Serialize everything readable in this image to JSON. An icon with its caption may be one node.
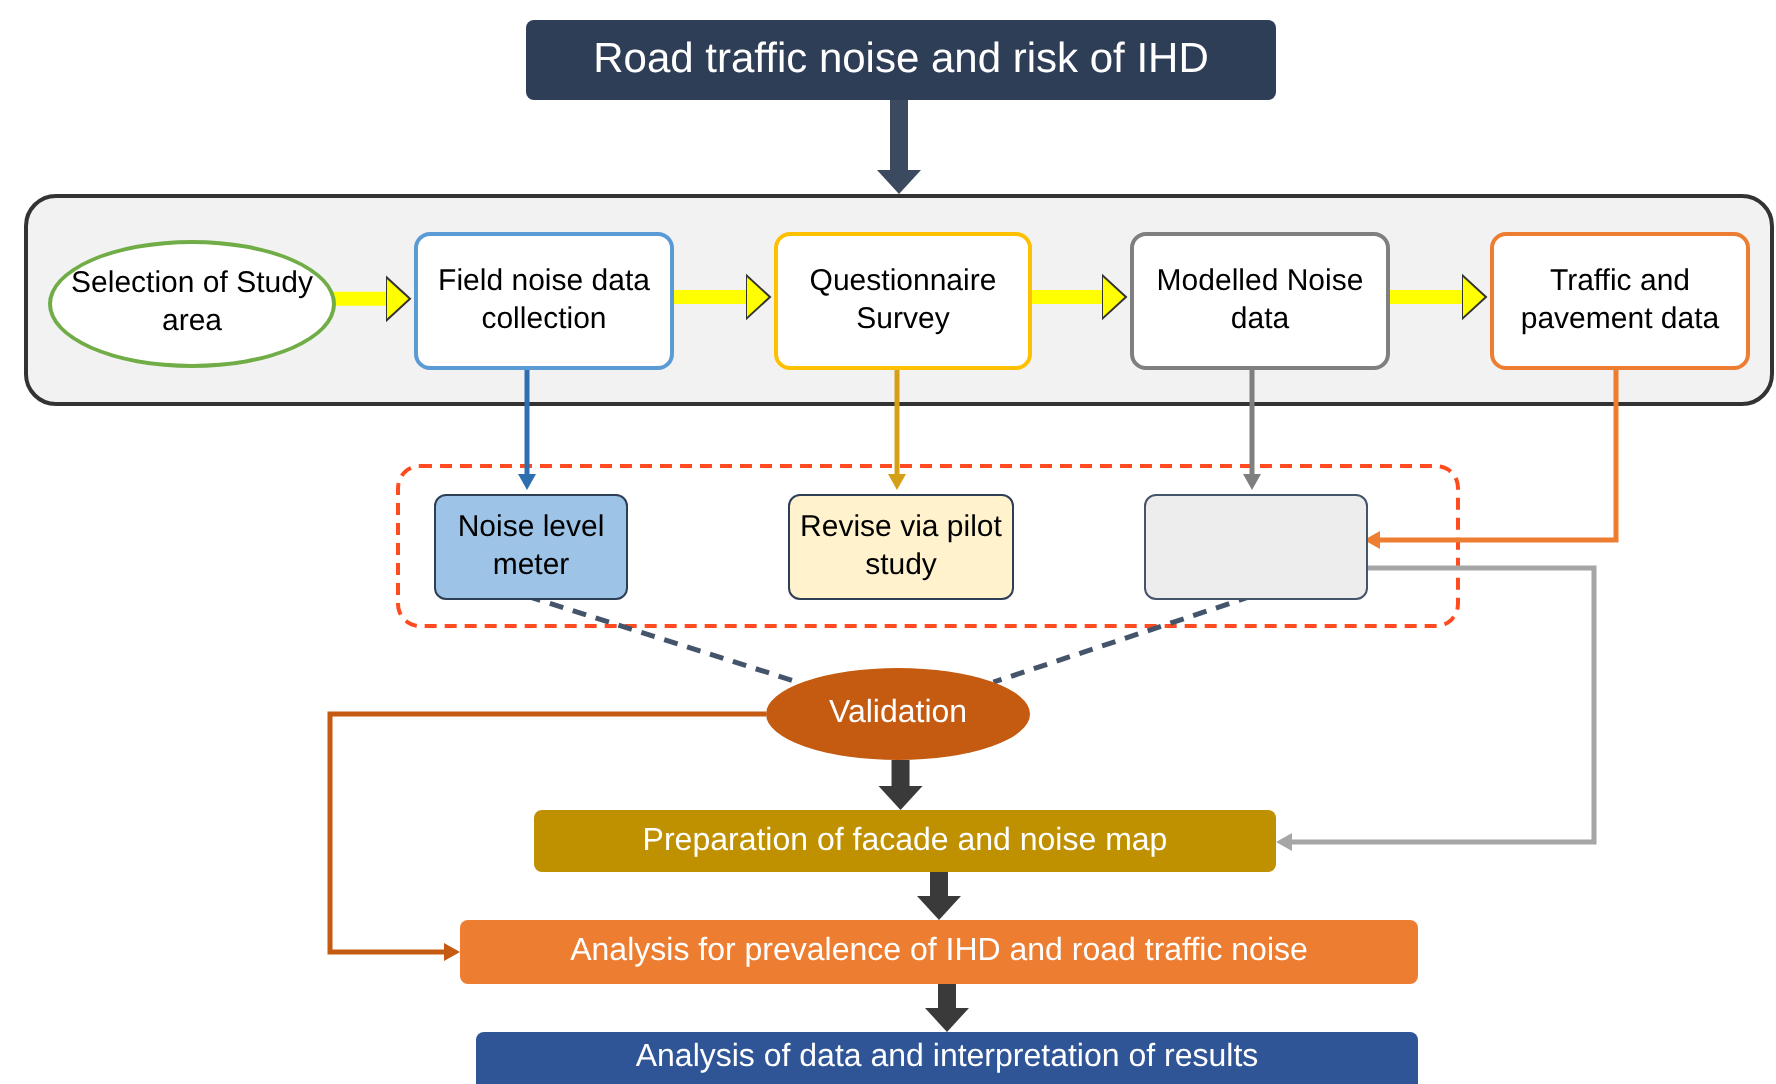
{
  "diagram": {
    "nodes": [
      {
        "text": [
          "Road traffic noise and risk of IHD"
        ]
      },
      {
        "text": [],
        "shape": "box"
      },
      {
        "text": [
          "Selection of Study area"
        ],
        "in": 1
      },
      {
        "text": [
          "Field noise data collection"
        ],
        "in": 1
      },
      {
        "text": [
          "Questionnaire Survey"
        ],
        "in": 1
      },
      {
        "text": [
          "Modelled Noise data"
        ],
        "in": 1
      },
      {
        "text": [
          "Traffic and pavement data"
        ],
        "in": 1
      },
      {
        "text": [],
        "shape": "box"
      },
      {
        "text": [
          "Noise level meter"
        ],
        "in": 7
      },
      {
        "text": [
          "Revise via pilot study"
        ],
        "in": 7
      },
      {
        "text": [],
        "shape": "box",
        "in": 7
      },
      {
        "text": [
          "Validation"
        ]
      },
      {
        "text": [
          "Preparation of facade and noise map"
        ]
      },
      {
        "text": [
          "Analysis for prevalence of IHD and road traffic noise"
        ]
      },
      {
        "text": [
          "Analysis of data and interpretation of results"
        ]
      }
    ],
    "edges": [
      {
        "from": 0,
        "to": 1,
        "arrow": "to",
        "style": "thick",
        "color": "#3b4a5e"
      },
      {
        "from": 2,
        "to": 3,
        "arrow": "to",
        "style": "thick",
        "color": "#ffff00"
      },
      {
        "from": 3,
        "to": 4,
        "arrow": "to",
        "style": "thick",
        "color": "#ffff00"
      },
      {
        "from": 4,
        "to": 5,
        "arrow": "to",
        "style": "thick",
        "color": "#ffff00"
      },
      {
        "from": 5,
        "to": 6,
        "arrow": "to",
        "style": "thick",
        "color": "#ffff00"
      },
      {
        "from": 3,
        "to": 8,
        "arrow": "to",
        "color": "#2e6fb0"
      },
      {
        "from": 4,
        "to": 9,
        "arrow": "to",
        "color": "#d4a017"
      },
      {
        "from": 5,
        "to": 10,
        "arrow": "to",
        "color": "#7f7f7f"
      },
      {
        "from": 6,
        "to": 10,
        "arrow": "to",
        "color": "#ed7d31"
      },
      {
        "from": 8,
        "to": 11,
        "arrow": "none",
        "style": "dashed",
        "color": "#44546a"
      },
      {
        "from": 10,
        "to": 11,
        "arrow": "none",
        "style": "dashed",
        "color": "#44546a"
      },
      {
        "from": 11,
        "to": 12,
        "arrow": "to",
        "style": "thick",
        "color": "#3a3a3a"
      },
      {
        "from": 11,
        "to": 13,
        "arrow": "to",
        "color": "#c55a11"
      },
      {
        "from": 10,
        "to": 12,
        "arrow": "to",
        "color": "#a6a6a6"
      },
      {
        "from": 12,
        "to": 13,
        "arrow": "to",
        "style": "thick",
        "color": "#3a3a3a"
      },
      {
        "from": 13,
        "to": 14,
        "arrow": "to",
        "style": "thick",
        "color": "#3a3a3a"
      }
    ]
  }
}
